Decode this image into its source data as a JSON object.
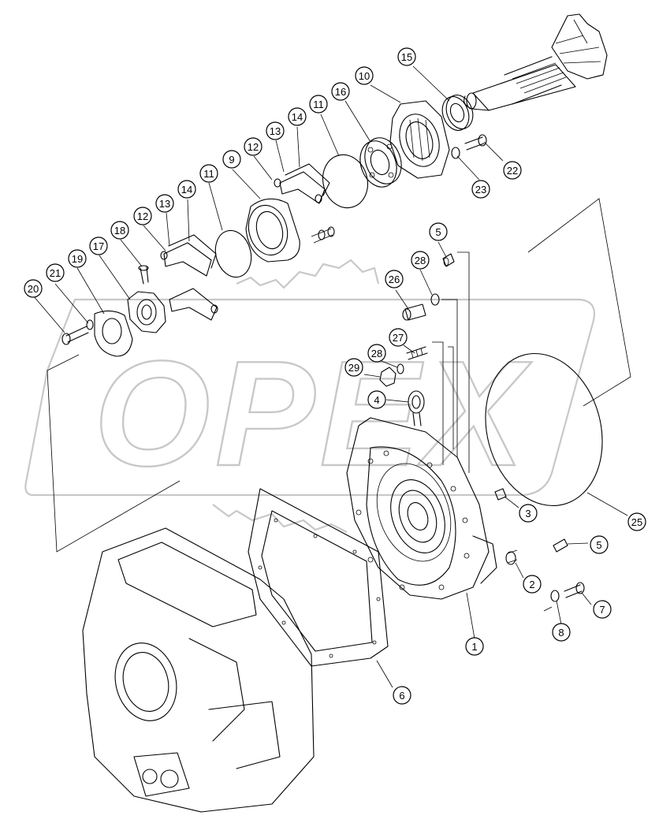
{
  "watermark": {
    "text": "OPEX"
  },
  "corner_mark": "",
  "callouts": [
    {
      "label": "15"
    },
    {
      "label": "10"
    },
    {
      "label": "16"
    },
    {
      "label": "11"
    },
    {
      "label": "14"
    },
    {
      "label": "13"
    },
    {
      "label": "12"
    },
    {
      "label": "9"
    },
    {
      "label": "11"
    },
    {
      "label": "14"
    },
    {
      "label": "13"
    },
    {
      "label": "12"
    },
    {
      "label": "18"
    },
    {
      "label": "17"
    },
    {
      "label": "19"
    },
    {
      "label": "21"
    },
    {
      "label": "20"
    },
    {
      "label": "22"
    },
    {
      "label": "23"
    },
    {
      "label": "5"
    },
    {
      "label": "28"
    },
    {
      "label": "26"
    },
    {
      "label": "27"
    },
    {
      "label": "28"
    },
    {
      "label": "29"
    },
    {
      "label": "4"
    },
    {
      "label": "3"
    },
    {
      "label": "25"
    },
    {
      "label": "5"
    },
    {
      "label": "2"
    },
    {
      "label": "7"
    },
    {
      "label": "8"
    },
    {
      "label": "1"
    },
    {
      "label": "6"
    }
  ]
}
